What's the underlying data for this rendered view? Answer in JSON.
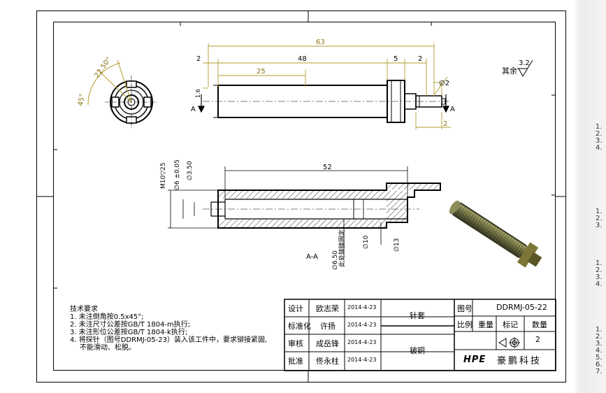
{
  "title_block": {
    "design_label": "设计",
    "design_name": "欧志荣",
    "design_date": "2014-4-23",
    "standard_label": "标准化",
    "standard_name": "许扬",
    "standard_date": "2014-4-23",
    "review_label": "审核",
    "review_name": "成岳锋",
    "review_date": "2014-4-23",
    "approve_label": "批准",
    "approve_name": "佟永柱",
    "approve_date": "2014-4-23",
    "part_name": "针套",
    "material": "铍铜",
    "drawing_no_label": "图号",
    "drawing_no": "DDRMJ-05-22",
    "scale_label": "比例",
    "weight_label": "重量",
    "mark_label": "标记",
    "qty_label": "数量",
    "qty": "2",
    "logo_text": "HPE",
    "company": "豪鹏科技"
  },
  "tech_requirements": {
    "heading": "技术要求",
    "items": [
      "1. 未注倒角按0.5x45°;",
      "2. 未注尺寸公差按GB/T 1804-m执行;",
      "3. 未注形位公差按GB/T 1804-k执行;",
      "4. 将探针（图号DDRMJ-05-23）装入该工件中，要求铆接紧固,",
      "不能滑动、松脱。"
    ]
  },
  "surface_finish": {
    "label": "其余",
    "value": "3.2"
  },
  "section_label": "A-A",
  "section_arrow_label": "A",
  "dimensions": {
    "overall": "63",
    "body": "48",
    "groove": "25",
    "collar": "5",
    "end_left": "2",
    "end_right": "2",
    "tip_len": "2",
    "tip_dia": "∅2",
    "tip_chamfer": "1.6",
    "angle_1": "22.50°",
    "angle_2": "45°",
    "thread": "M10▽25",
    "hole_6": "∅6 ±0.05",
    "dia_350": "∅3.50",
    "depth_52": "52",
    "dia_650": "∅6.50",
    "dia_650_note": "此处铆接固定",
    "dia_10": "∅10",
    "dia_13": "∅13"
  },
  "side_fragments": {
    "a": [
      "1.",
      "2.",
      "3.",
      "4."
    ],
    "b": [
      "1.",
      "2.",
      "3."
    ],
    "c": [
      "1.",
      "2.",
      "3.",
      "4."
    ],
    "d": [
      "1.",
      "2.",
      "3.",
      "4.",
      "5.",
      "6.",
      "7."
    ]
  }
}
